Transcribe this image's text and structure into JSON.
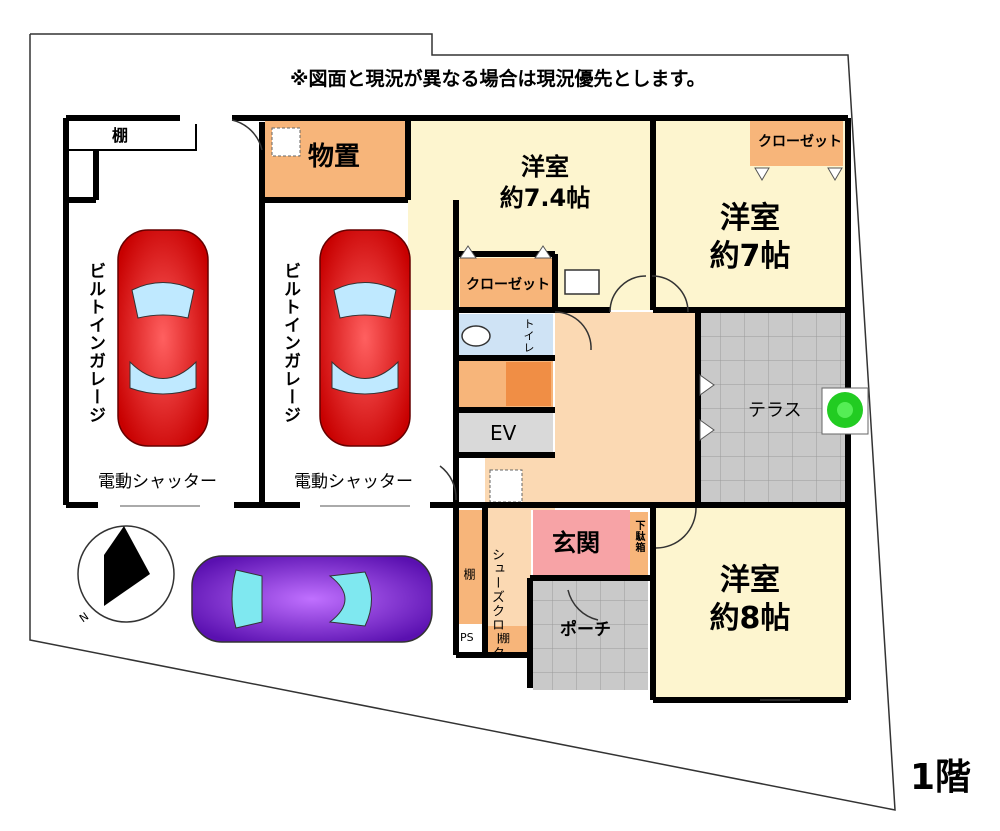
{
  "notice": "※図面と現況が異なる場合は現況優先とします。",
  "floor_label": "1階",
  "rooms": {
    "western_1": {
      "name": "洋室",
      "size": "約7.4帖"
    },
    "western_2": {
      "name": "洋室",
      "size": "約7帖"
    },
    "western_3": {
      "name": "洋室",
      "size": "約8帖"
    }
  },
  "labels": {
    "storage": "物置",
    "shelf_garage": "棚",
    "closet_1": "クローゼット",
    "closet_2": "クローゼット",
    "toilet": "トイレ",
    "ev": "EV",
    "terrace": "テラス",
    "genkan": "玄関",
    "shoe_box": "下駄箱",
    "shoes_cloak": "シューズクローク",
    "shelf_left": "棚",
    "shelf_bottom": "棚",
    "ps": "PS",
    "porch": "ポーチ",
    "garage_1": "ビルトインガレージ",
    "garage_2": "ビルトインガレージ",
    "shutter_1": "電動シャッター",
    "shutter_2": "電動シャッター",
    "north": "N"
  },
  "colors": {
    "wall": "#000000",
    "western_room": "#fdf5cf",
    "storage": "#f7b57a",
    "hall": "#fbd9b3",
    "terrace": "#cfcfcf",
    "toilet": "#cfe3f5",
    "genkan": "#f7a3a6",
    "ev": "#d9d9d9",
    "car_red": "#e01010",
    "car_purple": "#8a2be2",
    "tree": "#22cc22"
  }
}
